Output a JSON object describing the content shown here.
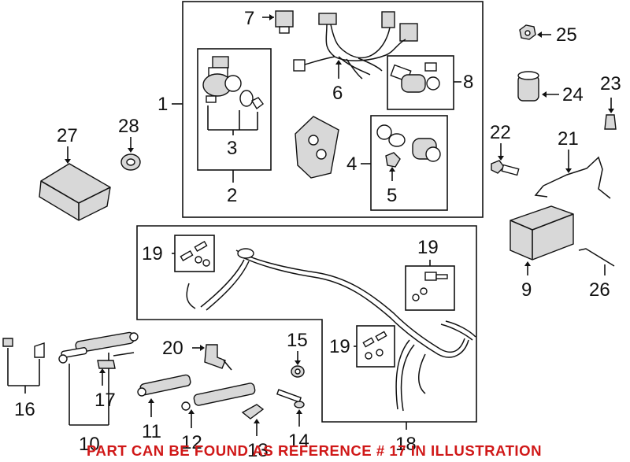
{
  "callouts": {
    "c1": "1",
    "c2": "2",
    "c3": "3",
    "c4": "4",
    "c5": "5",
    "c6": "6",
    "c7": "7",
    "c8": "8",
    "c9": "9",
    "c10": "10",
    "c11": "11",
    "c12": "12",
    "c13": "13",
    "c14": "14",
    "c15": "15",
    "c16": "16",
    "c17": "17",
    "c18": "18",
    "c19a": "19",
    "c19b": "19",
    "c19c": "19",
    "c20": "20",
    "c21": "21",
    "c22": "22",
    "c23": "23",
    "c24": "24",
    "c25": "25",
    "c26": "26",
    "c27": "27",
    "c28": "28"
  },
  "footer_note": "PART CAN BE FOUND AS REFERENCE # 17 IN ILLUSTRATION",
  "colors": {
    "line": "#111111",
    "note": "#d01818",
    "background": "#ffffff"
  }
}
